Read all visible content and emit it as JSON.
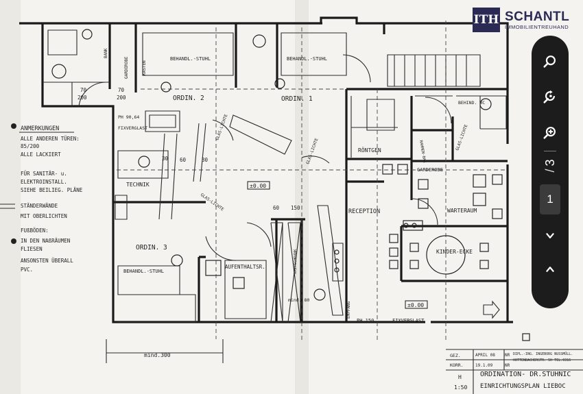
{
  "brand": {
    "logo_mark": "ITH",
    "name": "SCHANTL",
    "tagline": "IMMOBILIENTREUHAND",
    "color": "#2b2a55"
  },
  "viewer": {
    "icons": [
      "zoom-out-icon",
      "zoom-reset-icon",
      "zoom-in-icon",
      "chevron-down-icon",
      "chevron-up-icon"
    ],
    "current_page": "1",
    "page_separator": "/",
    "total_pages": "3",
    "bar_color": "#1c1c1c"
  },
  "plan": {
    "rooms": {
      "ordin2": "ORDIN. 2",
      "ordin1": "ORDIN. 1",
      "ordin3": "ORDIN. 3",
      "roentgen": "RÖNTGEN",
      "reception": "RECEPTION",
      "warteraum": "WARTERAUM",
      "kinderecke": "KINDER-ECKE",
      "aufenthalt": "AUFENTHALTSR.",
      "technik": "TECHNIK",
      "garderobe": "GARDEROBE",
      "behandl_wc": "BEHIND. WC"
    },
    "labels": {
      "behandl_stuhl_1": "BEHANDL.-STUHL",
      "behandl_stuhl_2": "BEHANDL.-STUHL",
      "behandl_stuhl_3": "BEHANDL.-STUHL",
      "fixverglast_1": "FIXVERGLAST",
      "fixverglast_2": "FIXVERGLAST",
      "ph_left": "PH 90,64",
      "ph_bottom": "PH 150",
      "glas_1": "GLAS-LICHTE",
      "glas_2": "GLAS-LICHTE",
      "glas_3": "GLAS-LICHTE",
      "glas_4": "GLAS-LICHTE",
      "level_1": "±0.00",
      "level_2": "±0.00",
      "dim_30": "30",
      "dim_60": "60",
      "dim_30b": "30",
      "dim_60b": "60",
      "dim_150": "150",
      "dim_70a": "70",
      "dim_200a": "200",
      "dim_70b": "70",
      "dim_200b": "200",
      "mind_300": "mind.300",
      "mind_80": "mind. 80",
      "bank": "BANK",
      "garderobe_v": "GARDEROBE",
      "kasten": "KASTEN",
      "arzt": "ARZTSCHRANK",
      "empfang": "EMPFANG",
      "rahmen": "RAHMEN-BAR",
      "glas_v": "GLAS-LICHTE"
    },
    "notes": {
      "heading": "ANMERKUNGEN",
      "line1": "ALLE ANDEREN TÜREN:",
      "line2": "85/200",
      "line3": "ALLE LACKIERT",
      "line4": "FÜR SANITÄR- u.",
      "line5": "ELEKTROINSTALL.",
      "line6": "SIEHE BEILIEG. PLÄNE",
      "line7": "STÄNDERWÄNDE",
      "line8": "MIT OBERLICHTEN",
      "line9": "FUßBÖDEN:",
      "line10": "IN DEN NAßRÄUMEN",
      "line11": "FLIESEN",
      "line12": "ANSONSTEN ÜBERALL",
      "line13": "PVC."
    },
    "title_block": {
      "gez": "GEZ.",
      "gez_date": "APRIL 08",
      "korr": "KORR.",
      "korr_date": "19.1.09",
      "nr1": "NR",
      "nr2": "NR",
      "architect": "DIPL.-ING. INGEBORG NUSSMÜLL.",
      "address": "HOTTENBACHERSTR. 5H TEL.0316",
      "scale_h": "H",
      "scale": "1:50",
      "project": "ORDINATION- DR.STUHNIC",
      "plan_type": "EINRICHTUNGSPLAN  LIEBOC"
    }
  }
}
